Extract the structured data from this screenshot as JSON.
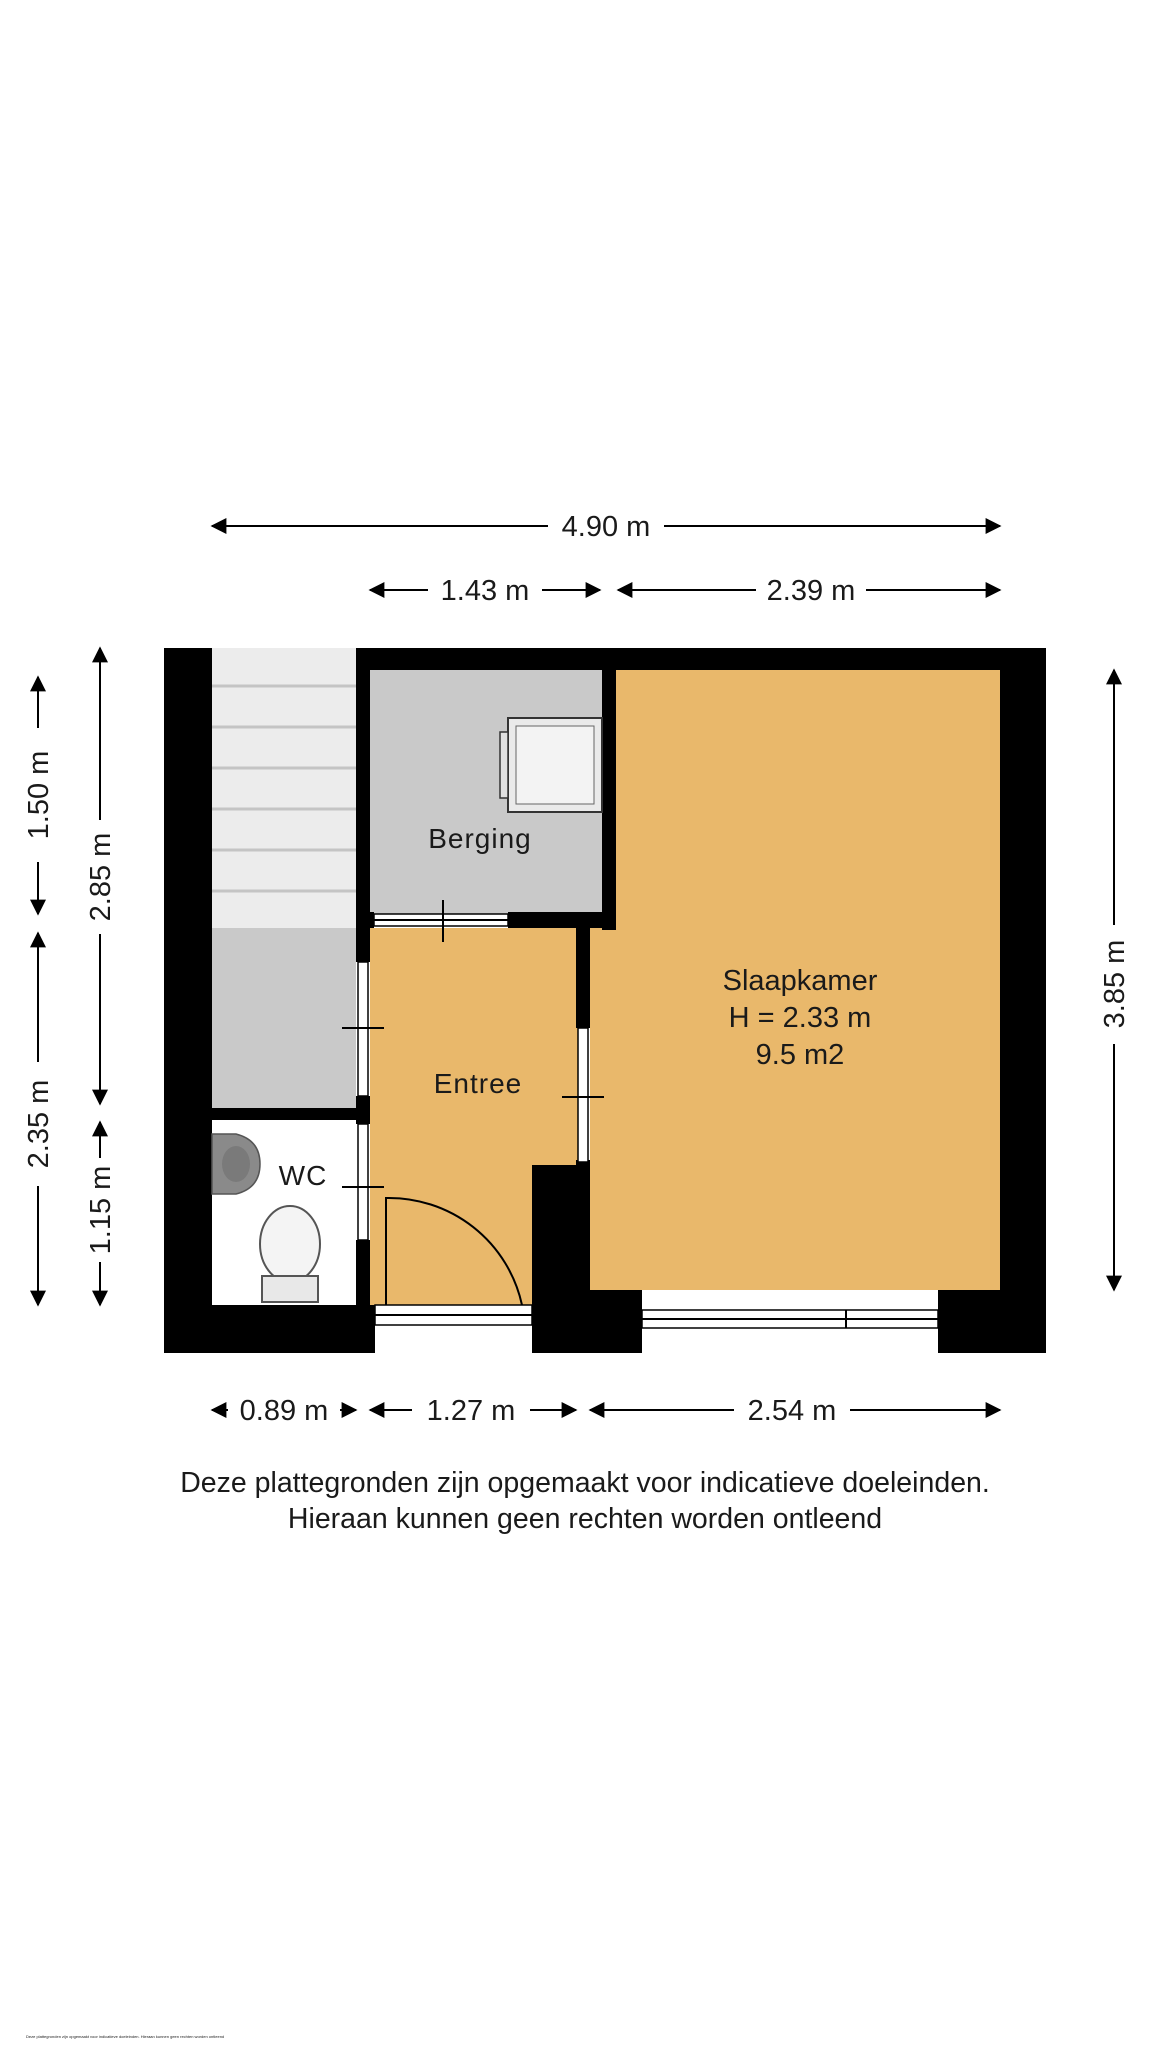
{
  "dimensions": {
    "top_total": "4.90 m",
    "top_left": "1.43 m",
    "top_right": "2.39 m",
    "left_upper": "1.50 m",
    "left_lower": "2.35 m",
    "inner_upper": "2.85 m",
    "inner_lower": "1.15 m",
    "right": "3.85 m",
    "bottom_1": "0.89 m",
    "bottom_2": "1.27 m",
    "bottom_3": "2.54 m"
  },
  "rooms": {
    "berging": "Berging",
    "entree": "Entree",
    "wc": "WC",
    "slaapkamer": {
      "name": "Slaapkamer",
      "height": "H = 2.33 m",
      "area": "9.5 m2"
    }
  },
  "disclaimer": {
    "line1": "Deze plattegronden zijn opgemaakt voor indicatieve doeleinden.",
    "line2": "Hieraan kunnen geen rechten worden ontleend",
    "small": "Deze plattegronden zijn opgemaakt voor indicatieve doeleinden. Hieraan kunnen geen rechten worden ontleend"
  },
  "colors": {
    "wall": "#000000",
    "warm_room": "#e9b86b",
    "grey_room": "#c9c9c9",
    "stair": "#ececec"
  }
}
